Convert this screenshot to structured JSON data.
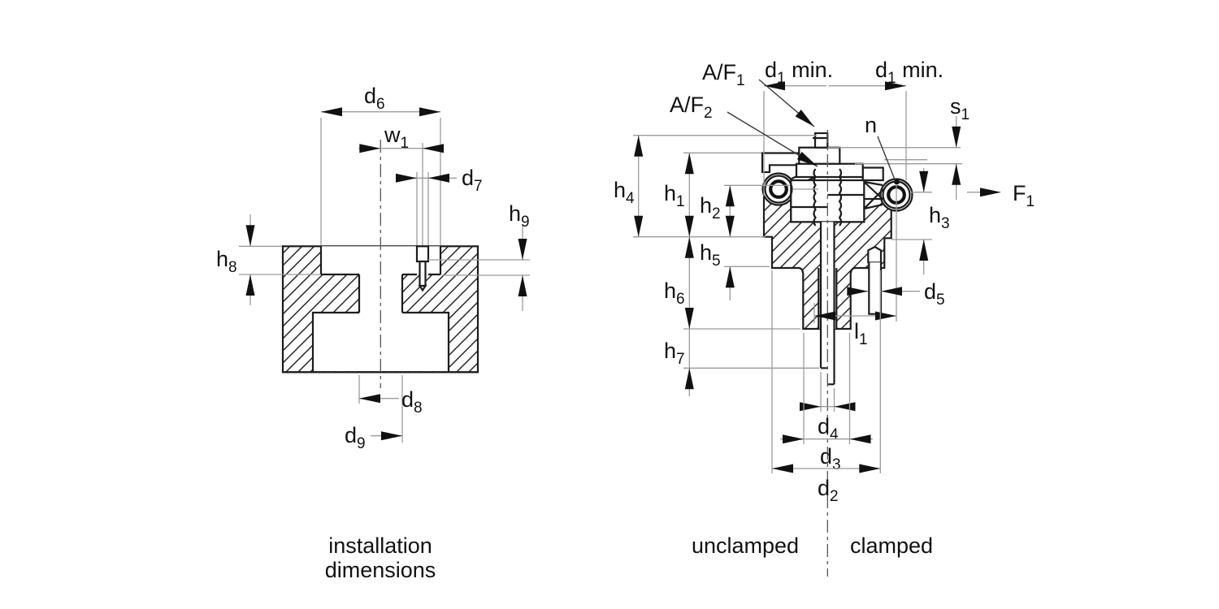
{
  "colors": {
    "background": "#ffffff",
    "geometry_line": "#1c1c1c",
    "dimension_line": "#9b9b9b",
    "text": "#111111"
  },
  "left_figure": {
    "caption": {
      "line1": "installation",
      "line2": "dimensions"
    },
    "labels": {
      "d6": {
        "main": "d",
        "sub": "6"
      },
      "w1": {
        "main": "w",
        "sub": "1"
      },
      "d7": {
        "main": "d",
        "sub": "7"
      },
      "h9": {
        "main": "h",
        "sub": "9"
      },
      "h8": {
        "main": "h",
        "sub": "8"
      },
      "d8": {
        "main": "d",
        "sub": "8"
      },
      "d9": {
        "main": "d",
        "sub": "9"
      }
    }
  },
  "right_figure": {
    "caption_left": "unclamped",
    "caption_right": "clamped",
    "labels": {
      "af1": {
        "main": "A/F",
        "sub": "1"
      },
      "af2": {
        "main": "A/F",
        "sub": "2"
      },
      "d1_left": {
        "main": "d",
        "sub": "1",
        "suffix": " min."
      },
      "d1_right": {
        "main": "d",
        "sub": "1",
        "suffix": " min."
      },
      "n": {
        "main": "n"
      },
      "s1": {
        "main": "s",
        "sub": "1"
      },
      "h4": {
        "main": "h",
        "sub": "4"
      },
      "h1": {
        "main": "h",
        "sub": "1"
      },
      "h2": {
        "main": "h",
        "sub": "2"
      },
      "h5": {
        "main": "h",
        "sub": "5"
      },
      "h6": {
        "main": "h",
        "sub": "6"
      },
      "h7": {
        "main": "h",
        "sub": "7"
      },
      "h3": {
        "main": "h",
        "sub": "3"
      },
      "f1": {
        "main": "F",
        "sub": "1"
      },
      "d5": {
        "main": "d",
        "sub": "5"
      },
      "l1": {
        "main": "l",
        "sub": "1"
      },
      "d4": {
        "main": "d",
        "sub": "4"
      },
      "d3": {
        "main": "d",
        "sub": "3"
      },
      "d2": {
        "main": "d",
        "sub": "2"
      }
    }
  }
}
